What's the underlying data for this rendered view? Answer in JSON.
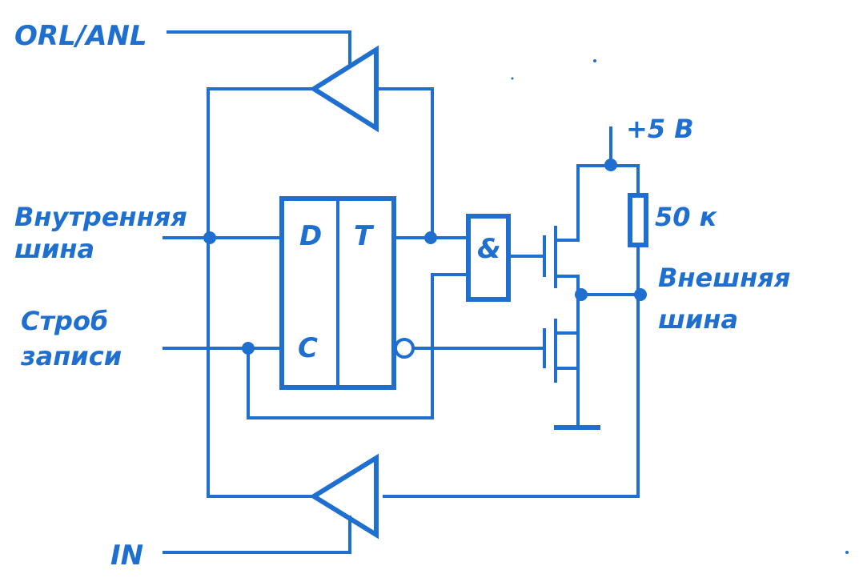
{
  "colors": {
    "ink": "#1f6fd1",
    "background": "#ffffff"
  },
  "labels": {
    "orl_anl": "ORL/ANL",
    "internal_bus_line1": "Внутренняя",
    "internal_bus_line2": "шина",
    "write_strobe_line1": "Строб",
    "write_strobe_line2": "записи",
    "in_signal": "IN",
    "supply": "+5 В",
    "resistor": "50 к",
    "external_bus_line1": "Внешняя",
    "external_bus_line2": "шина"
  },
  "flipflop": {
    "d_pin": "D",
    "t_label": "T",
    "c_pin": "C"
  },
  "and_gate": {
    "symbol": "&"
  }
}
